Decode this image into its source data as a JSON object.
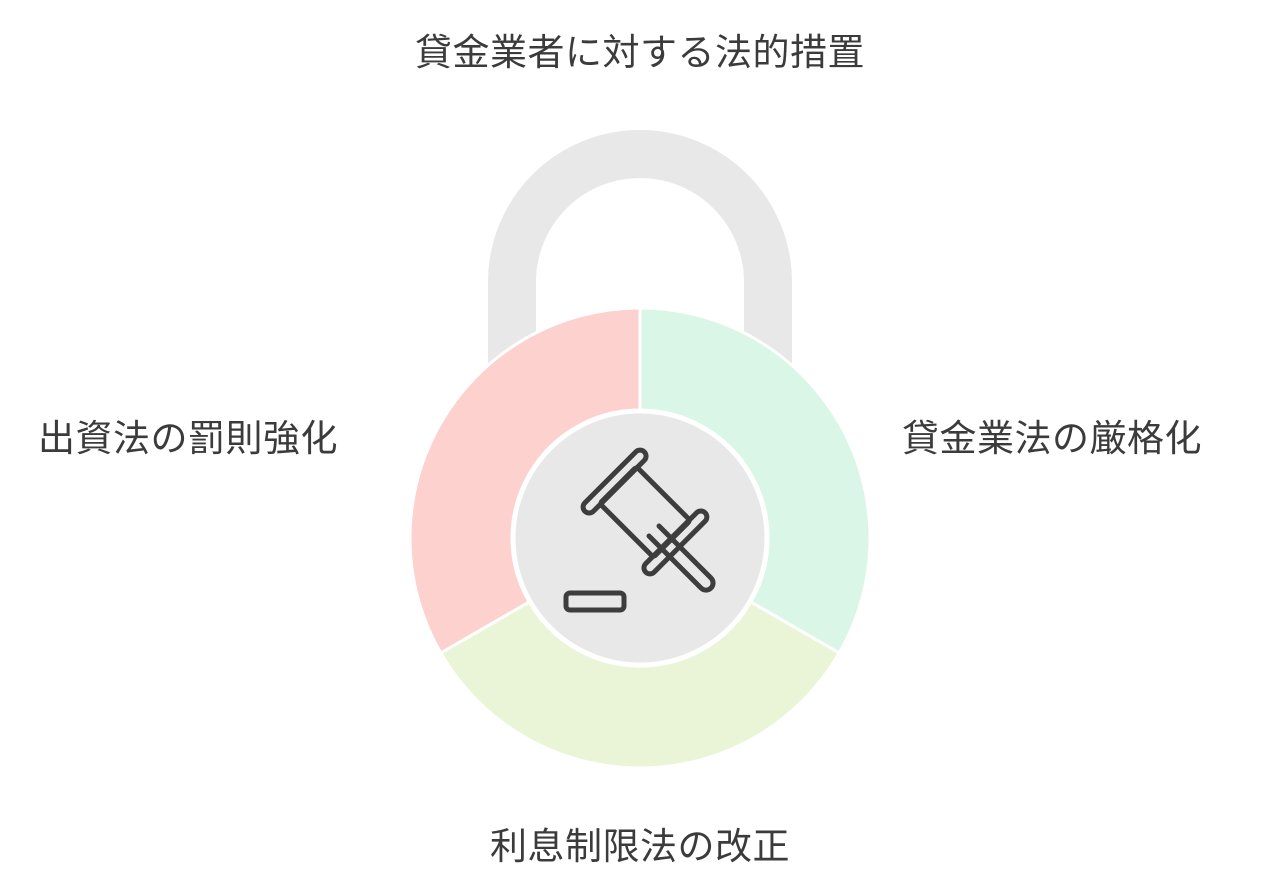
{
  "diagram": {
    "title": "貸金業者に対する法的措置",
    "segments": [
      {
        "id": "left",
        "label": "出資法の罰則強化",
        "color": "#fdd1ce"
      },
      {
        "id": "right",
        "label": "貸金業法の厳格化",
        "color": "#d9f6e6"
      },
      {
        "id": "bottom",
        "label": "利息制限法の改正",
        "color": "#eaf5d8"
      }
    ],
    "shackle_color": "#e8e8e8",
    "center_color": "#e8e8e8",
    "icon": "gavel-icon"
  }
}
